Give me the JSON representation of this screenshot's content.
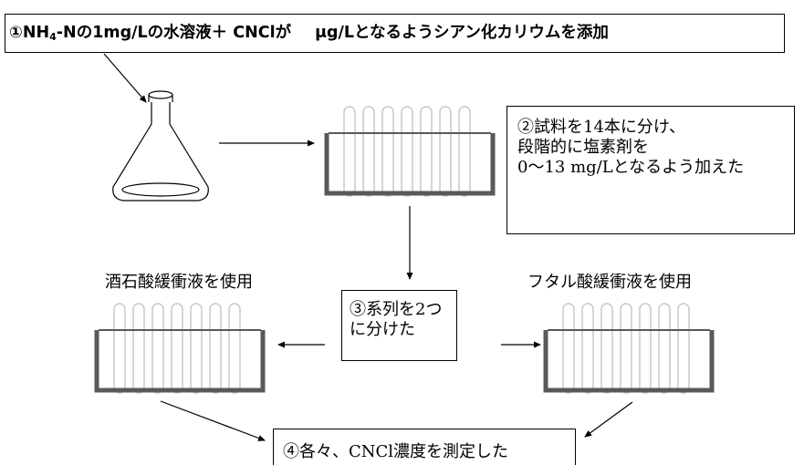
{
  "step1": {
    "circled_number": "①",
    "formula_prefix": "NH",
    "formula_sub": "4",
    "text_before_gap": "-Nの1mg/Lの水溶液＋ CNClが",
    "text_after_gap": "μg/Lとなるようシアン化カリウムを添加"
  },
  "step2": {
    "lines": [
      "②試料を14本に分け、",
      "段階的に塩素剤を",
      "0〜13 mg/Lとなるよう加えた"
    ]
  },
  "step3": {
    "lines": [
      "③系列を2つ",
      "に分けた"
    ]
  },
  "left_label": "酒石酸緩衝液を使用",
  "right_label": "フタル酸緩衝液を使用",
  "step4": {
    "text": "④各々、CNCl濃度を測定した"
  },
  "colors": {
    "rack_frame": "#595959",
    "tube_stroke": "#c8c8c8",
    "line": "#000000"
  }
}
